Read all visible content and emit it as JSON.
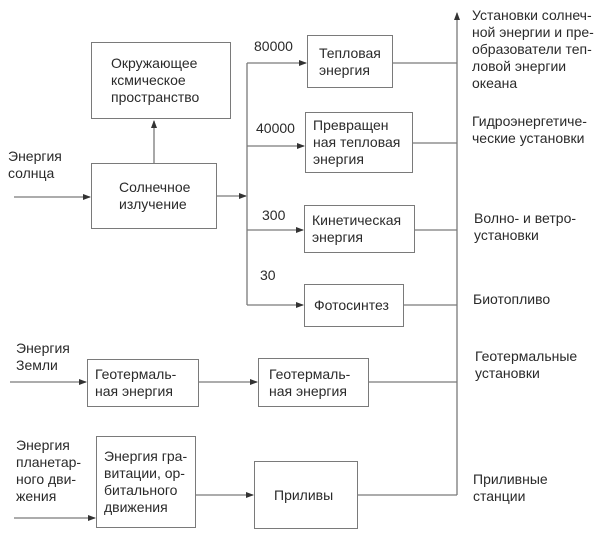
{
  "diagram": {
    "inputs": {
      "sun": "Энергия\nсолнца",
      "earth": "Энергия\nЗемли",
      "planetary": "Энергия\nпланетар-\nного дви-\nжения"
    },
    "boxes": {
      "cosmic_space": "Окружающее\nксмическое\nпространство",
      "solar_radiation": "Солнечное\nизлучение",
      "thermal": "Тепловая\nэнергия",
      "converted_thermal": "Превращен\nная тепловая\nэнергия",
      "kinetic": "Кинетическая\nэнергия",
      "photosynthesis": "Фотосинтез",
      "geothermal_1": "Геотермаль-\nная энергия",
      "geothermal_2": "Геотермаль-\nная энергия",
      "gravitation": "Энергия гра-\nвитации, ор-\nбитального\nдвижения",
      "tides": "Приливы"
    },
    "flow_values": {
      "thermal": "80000",
      "converted_thermal": "40000",
      "kinetic": "300",
      "photosynthesis": "30"
    },
    "outputs": {
      "solar_installations": "Установки солнеч-\nной энергии и пре-\nобразователи теп-\nловой энергии\nокеана",
      "hydro": "Гидроэнергетиче-\nческие установки",
      "wave_wind": "Волно- и ветро-\nустановки",
      "biofuel": "Биотопливо",
      "geothermal": "Геотермальные\nустановки",
      "tidal": "Приливные\nстанции"
    }
  }
}
